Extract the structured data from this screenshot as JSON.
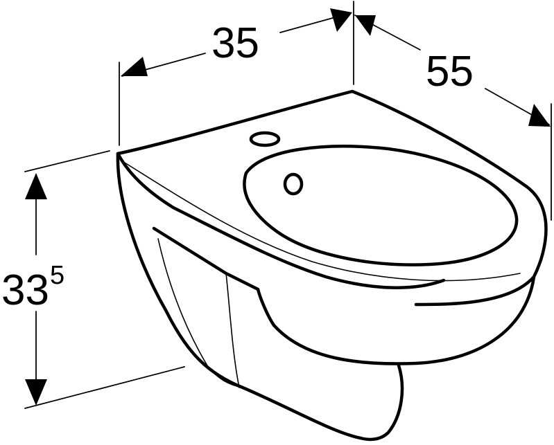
{
  "dimensions": {
    "width_label": "35",
    "depth_label": "55",
    "height_label_main": "33",
    "height_label_sup": "5"
  },
  "colors": {
    "line": "#000000",
    "background": "#ffffff"
  }
}
